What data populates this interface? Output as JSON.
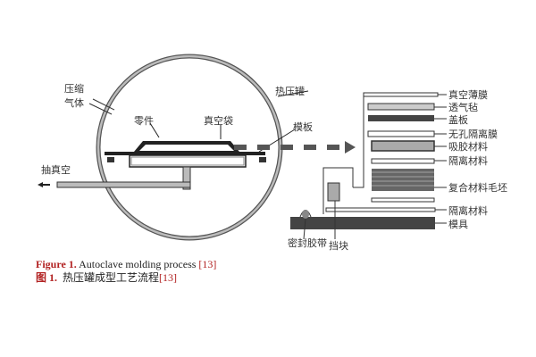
{
  "figure": {
    "left_labels": {
      "compressed_gas": [
        "压缩",
        "气体"
      ],
      "vacuum_out": "抽真空",
      "part": "零件",
      "vacuum_bag": "真空袋",
      "autoclave": "热压罐",
      "template": "模板"
    },
    "right_labels": {
      "layers": [
        "真空薄膜",
        "透气毡",
        "盖板",
        "无孔隔离膜",
        "吸胶材料",
        "隔离材料",
        "复合材料毛坯",
        "隔离材料",
        "模具"
      ],
      "sealant_tape": "密封胶带",
      "dam_block": "挡块"
    }
  },
  "caption": {
    "en_prefix": "Figure 1.",
    "en_text": " Autoclave molding process ",
    "en_ref": "[13]",
    "zh_prefix": "图 1.",
    "zh_text": "  热压罐成型工艺流程",
    "zh_ref": "[13]"
  },
  "colors": {
    "caption_red": "#b22222",
    "dark": "#444444",
    "gray": "#a0a0a0"
  }
}
